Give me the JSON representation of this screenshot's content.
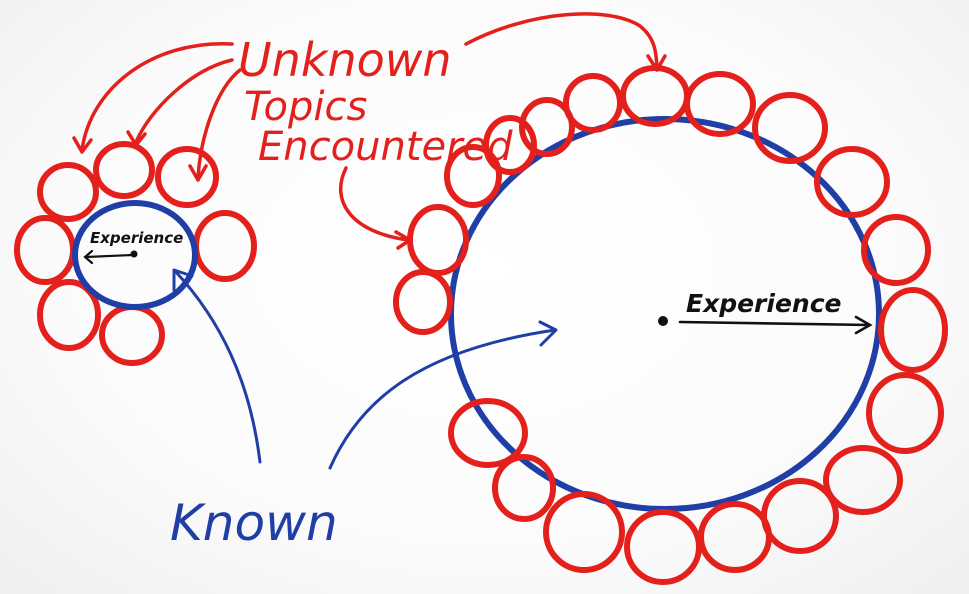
{
  "labels": {
    "unknown_line1": "Unknown",
    "unknown_line2": "Topics",
    "unknown_line3": "Encountered",
    "known": "Known",
    "experience_small": "Experience",
    "experience_large": "Experience"
  },
  "colors": {
    "red": "#e3201b",
    "blue": "#1f3fa6",
    "ink": "#111111",
    "background": "#ffffff"
  }
}
